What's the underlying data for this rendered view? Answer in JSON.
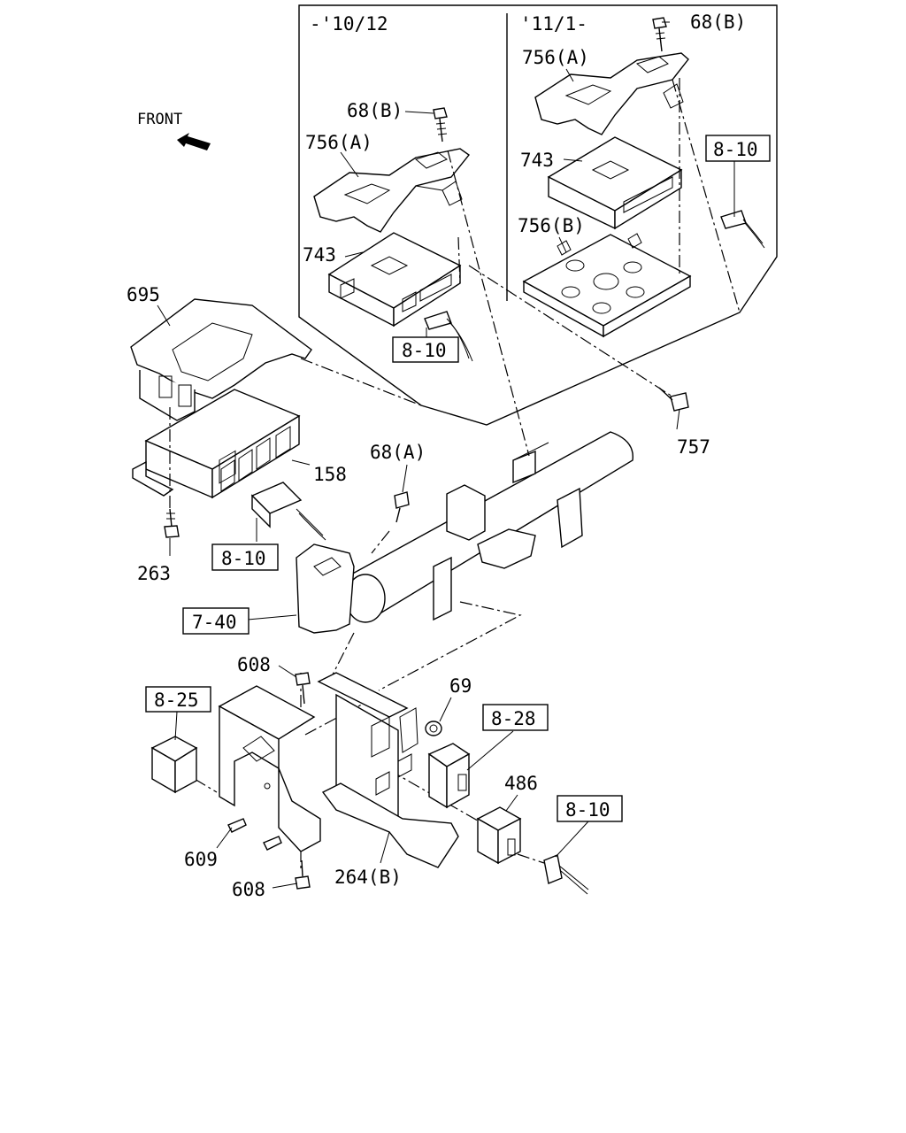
{
  "diagram": {
    "front_label": "FRONT",
    "inset_ranges": {
      "left": "-'10/12",
      "right": "'11/1-"
    },
    "part_labels": {
      "p68b_left": "68(B)",
      "p756a_left": "756(A)",
      "p743_left": "743",
      "p68b_right": "68(B)",
      "p756a_right": "756(A)",
      "p743_right": "743",
      "p756b_right": "756(B)",
      "p695": "695",
      "p158": "158",
      "p263": "263",
      "p757": "757",
      "p68a": "68(A)",
      "p608_top": "608",
      "p69": "69",
      "p486": "486",
      "p609": "609",
      "p608_bottom": "608",
      "p264b": "264(B)"
    },
    "reference_boxes": {
      "ref_810_inset_left": "8-10",
      "ref_810_inset_right": "8-10",
      "ref_810_left": "8-10",
      "ref_740": "7-40",
      "ref_825": "8-25",
      "ref_828": "8-28",
      "ref_810_bottom": "8-10"
    }
  }
}
